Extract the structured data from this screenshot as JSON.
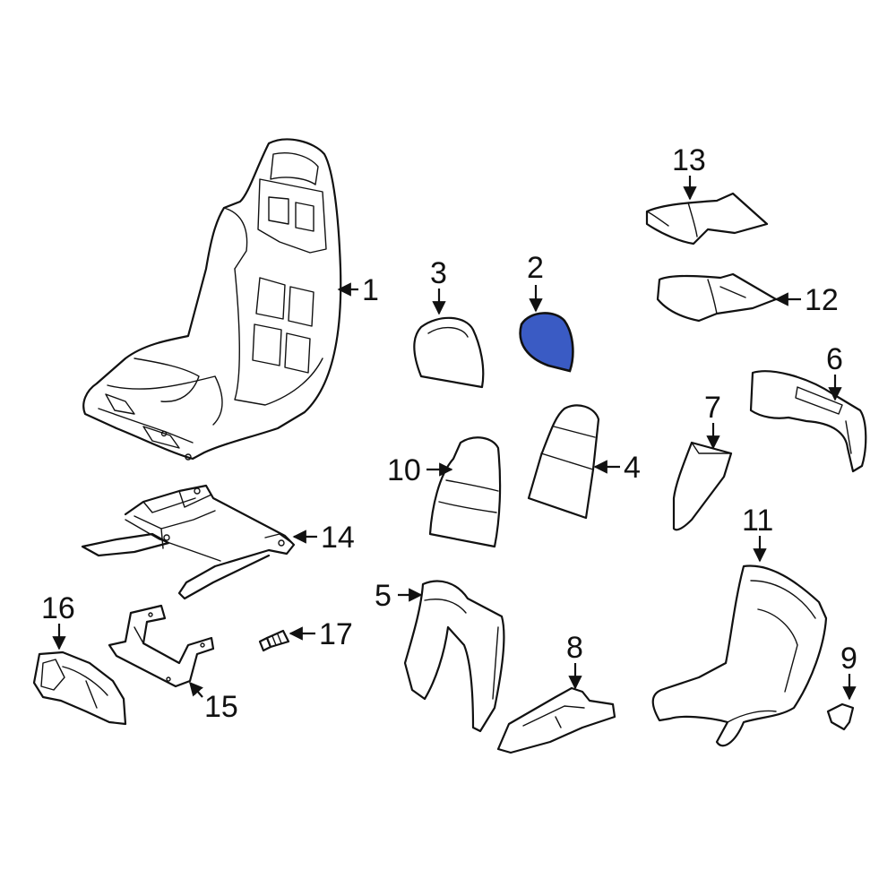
{
  "colors": {
    "highlight": "#3a5bc4",
    "line": "#111111",
    "background": "#ffffff"
  },
  "callouts": [
    {
      "id": "c1",
      "text": "1"
    },
    {
      "id": "c2",
      "text": "2"
    },
    {
      "id": "c3",
      "text": "3"
    },
    {
      "id": "c4",
      "text": "4"
    },
    {
      "id": "c5",
      "text": "5"
    },
    {
      "id": "c6",
      "text": "6"
    },
    {
      "id": "c7",
      "text": "7"
    },
    {
      "id": "c8",
      "text": "8"
    },
    {
      "id": "c9",
      "text": "9"
    },
    {
      "id": "c10",
      "text": "10"
    },
    {
      "id": "c11",
      "text": "11"
    },
    {
      "id": "c12",
      "text": "12"
    },
    {
      "id": "c13",
      "text": "13"
    },
    {
      "id": "c14",
      "text": "14"
    },
    {
      "id": "c15",
      "text": "15"
    },
    {
      "id": "c16",
      "text": "16"
    },
    {
      "id": "c17",
      "text": "17"
    }
  ],
  "highlighted_part": "2"
}
